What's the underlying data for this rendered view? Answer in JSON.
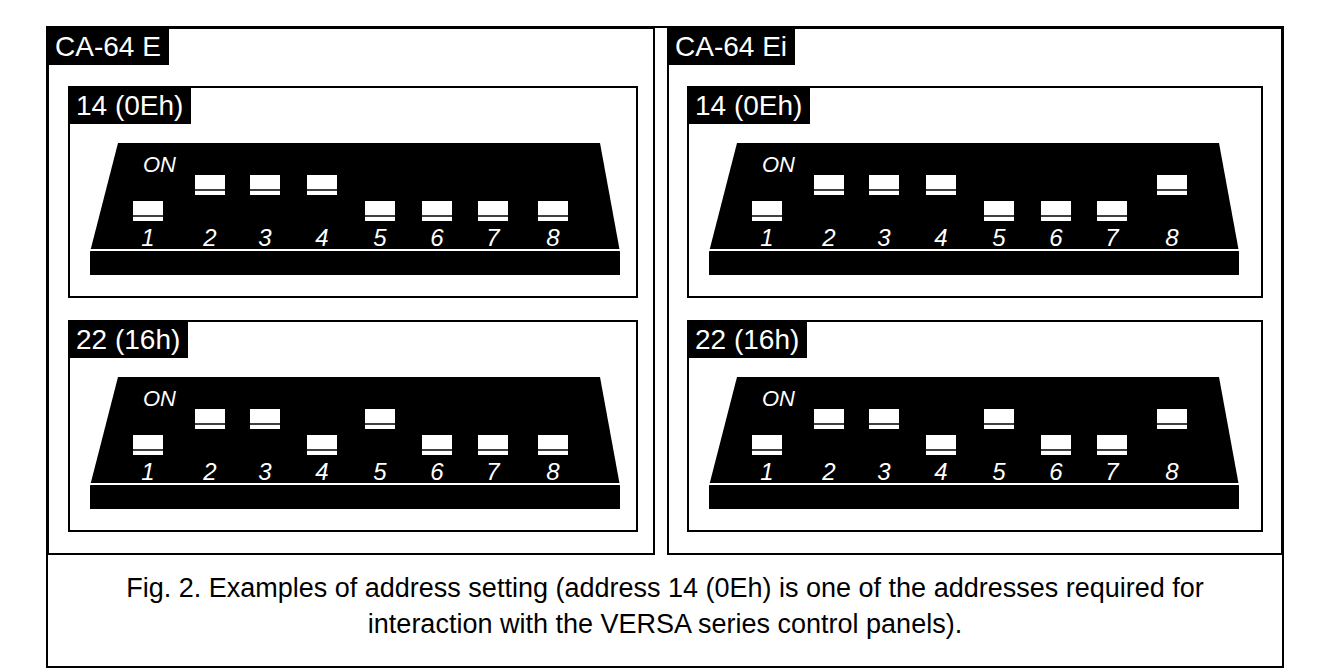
{
  "diagram": {
    "caption": "Fig. 2. Examples of address setting (address 14 (0Eh) is one of the addresses required for interaction with the VERSA series control panels).",
    "nodes": [
      {
        "text": [
          "CA-64 E"
        ]
      },
      {
        "text": [
          "14 (0Eh)"
        ],
        "in": 0
      },
      {
        "text": [
          "22 (16h)"
        ],
        "in": 0
      },
      {
        "text": [
          "CA-64 Ei"
        ]
      },
      {
        "text": [
          "14 (0Eh)"
        ],
        "in": 3
      },
      {
        "text": [
          "22 (16h)"
        ],
        "in": 3
      }
    ],
    "labels": [
      "ON",
      "1",
      "2",
      "3",
      "4",
      "5",
      "6",
      "7",
      "8",
      "ON",
      "1",
      "2",
      "3",
      "4",
      "5",
      "6",
      "7",
      "8",
      "ON",
      "1",
      "2",
      "3",
      "4",
      "5",
      "6",
      "7",
      "8",
      "ON",
      "1",
      "2",
      "3",
      "4",
      "5",
      "6",
      "7",
      "8"
    ]
  }
}
